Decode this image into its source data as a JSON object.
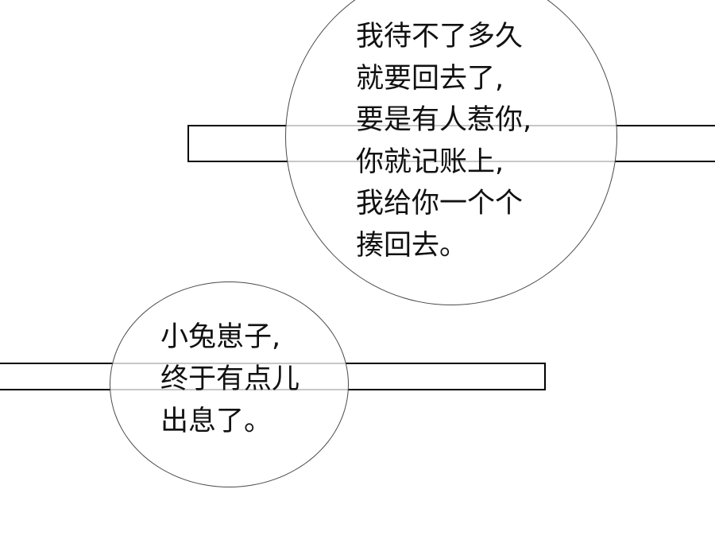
{
  "bubble_top": {
    "lines": [
      "我待不了多久",
      "就要回去了,",
      "要是有人惹你,",
      "你就记账上,",
      "我给你一个个",
      "揍回去。"
    ]
  },
  "bubble_bottom": {
    "lines": [
      "小兔崽子,",
      "终于有点儿",
      "出息了。"
    ]
  },
  "colors": {
    "background": "#ffffff",
    "frame_line": "#000000",
    "bubble_outline": "#4a4a4a",
    "text": "#111111"
  }
}
